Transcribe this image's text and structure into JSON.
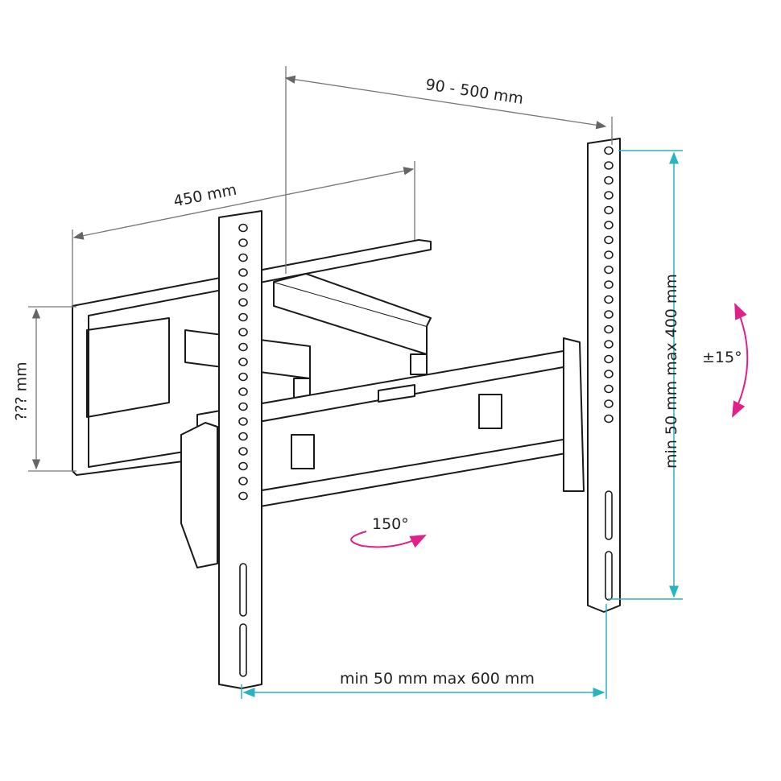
{
  "dimensions": {
    "arm_span": "90 - 500 mm",
    "plate_width": "450 mm",
    "plate_height": "??? mm",
    "vertical_vesa": "min 50 mm max 400 mm",
    "horizontal_vesa": "min 50 mm max 600 mm",
    "tilt": "±15°",
    "swivel": "150°"
  },
  "colors": {
    "line": "#1a1a1a",
    "dim_gray": "#777777",
    "dim_cyan": "#2ab3c0",
    "angle": "#e0218a"
  }
}
